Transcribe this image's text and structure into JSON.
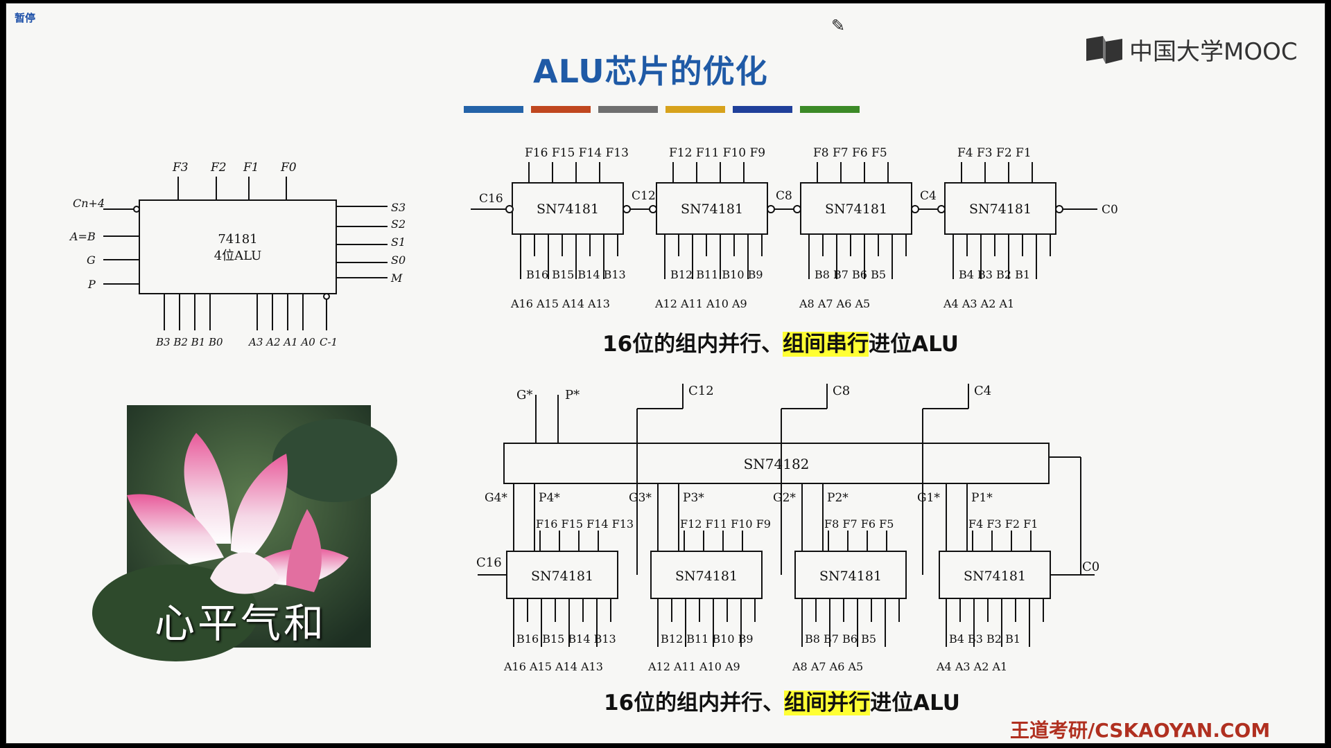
{
  "status": {
    "pause_label": "暂停"
  },
  "slide": {
    "title": "ALU芯片的优化",
    "logo_text": "中国大学MOOC",
    "footer": "王道考研/CSKAOYAN.COM",
    "colorbar": [
      "#2463a8",
      "#c0471f",
      "#6f6f6f",
      "#d7a21c",
      "#20409a",
      "#3c8a27"
    ]
  },
  "alu74181": {
    "chip_name": "74181",
    "chip_desc": "4位ALU",
    "outputs_top": [
      "F3",
      "F2",
      "F1",
      "F0"
    ],
    "left_pins": [
      "Cn+4",
      "A=B",
      "G",
      "P"
    ],
    "right_pins": [
      "S3",
      "S2",
      "S1",
      "S0",
      "M"
    ],
    "bottom_b": "B3 B2 B1 B0",
    "bottom_a": "A3 A2 A1 A0",
    "bottom_c": "C-1"
  },
  "serial_diagram": {
    "chip_label": "SN74181",
    "f_groups": [
      "F16 F15 F14 F13",
      "F12 F11 F10 F9",
      "F8 F7 F6 F5",
      "F4 F3 F2 F1"
    ],
    "b_groups": [
      "B16 B15 B14 B13",
      "B12 B11 B10 B9",
      "B8 B7 B6 B5",
      "B4 B3 B2 B1"
    ],
    "a_groups": [
      "A16 A15 A14 A13",
      "A12 A11 A10 A9",
      "A8 A7 A6 A5",
      "A4 A3 A2 A1"
    ],
    "carries": [
      "C16",
      "C12",
      "C8",
      "C4",
      "C0"
    ],
    "caption_pre": "16位的组内并行、",
    "caption_hl": "组间串行",
    "caption_post": "进位ALU"
  },
  "parallel_diagram": {
    "lookahead_label": "SN74182",
    "chip_label": "SN74181",
    "top_outputs": [
      "G*",
      "P*",
      "C12",
      "C8",
      "C4"
    ],
    "gp_labels": [
      "G4*",
      "P4*",
      "G3*",
      "P3*",
      "G2*",
      "P2*",
      "G1*",
      "P1*"
    ],
    "f_groups": [
      "F16 F15 F14 F13",
      "F12 F11 F10 F9",
      "F8 F7 F6 F5",
      "F4 F3 F2 F1"
    ],
    "b_groups": [
      "B16 B15 B14 B13",
      "B12 B11 B10 B9",
      "B8 B7 B6 B5",
      "B4 B3 B2 B1"
    ],
    "a_groups": [
      "A16 A15 A14 A13",
      "A12 A11 A10 A9",
      "A8 A7 A6 A5",
      "A4 A3 A2 A1"
    ],
    "carry_in": "C0",
    "carry_out": "C16",
    "caption_pre": "16位的组内并行、",
    "caption_hl": "组间并行",
    "caption_post": "进位ALU"
  },
  "meme": {
    "text": "心平气和"
  }
}
